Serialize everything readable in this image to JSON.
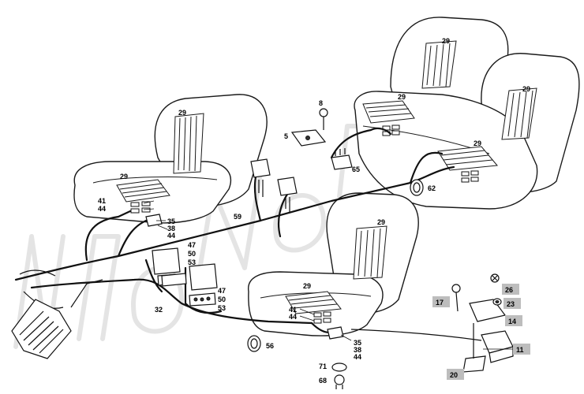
{
  "diagram": {
    "callouts": [
      {
        "id": "c29a",
        "label": "29"
      },
      {
        "id": "c29b",
        "label": "29"
      },
      {
        "id": "c29c",
        "label": "29"
      },
      {
        "id": "c29d",
        "label": "29"
      },
      {
        "id": "c29e",
        "label": "29"
      },
      {
        "id": "c29f",
        "label": "29"
      },
      {
        "id": "c29g",
        "label": "29"
      },
      {
        "id": "c29h",
        "label": "29"
      },
      {
        "id": "c8",
        "label": "8"
      },
      {
        "id": "c5",
        "label": "5"
      },
      {
        "id": "c65",
        "label": "65"
      },
      {
        "id": "c62",
        "label": "62"
      },
      {
        "id": "c41a",
        "label": "41"
      },
      {
        "id": "c44a",
        "label": "44"
      },
      {
        "id": "c35a",
        "label": "35"
      },
      {
        "id": "c38a",
        "label": "38"
      },
      {
        "id": "c44b",
        "label": "44"
      },
      {
        "id": "c59",
        "label": "59"
      },
      {
        "id": "c47a",
        "label": "47"
      },
      {
        "id": "c50a",
        "label": "50"
      },
      {
        "id": "c53a",
        "label": "53"
      },
      {
        "id": "c47b",
        "label": "47"
      },
      {
        "id": "c50b",
        "label": "50"
      },
      {
        "id": "c53b",
        "label": "53"
      },
      {
        "id": "c32",
        "label": "32"
      },
      {
        "id": "c41b",
        "label": "41"
      },
      {
        "id": "c44c",
        "label": "44"
      },
      {
        "id": "c35b",
        "label": "35"
      },
      {
        "id": "c38b",
        "label": "38"
      },
      {
        "id": "c44d",
        "label": "44"
      },
      {
        "id": "c56",
        "label": "56"
      },
      {
        "id": "c71",
        "label": "71"
      },
      {
        "id": "c68",
        "label": "68"
      },
      {
        "id": "c17",
        "label": "17"
      },
      {
        "id": "c26",
        "label": "26"
      },
      {
        "id": "c23",
        "label": "23"
      },
      {
        "id": "c14",
        "label": "14"
      },
      {
        "id": "c11",
        "label": "11"
      },
      {
        "id": "c20",
        "label": "20"
      }
    ]
  }
}
